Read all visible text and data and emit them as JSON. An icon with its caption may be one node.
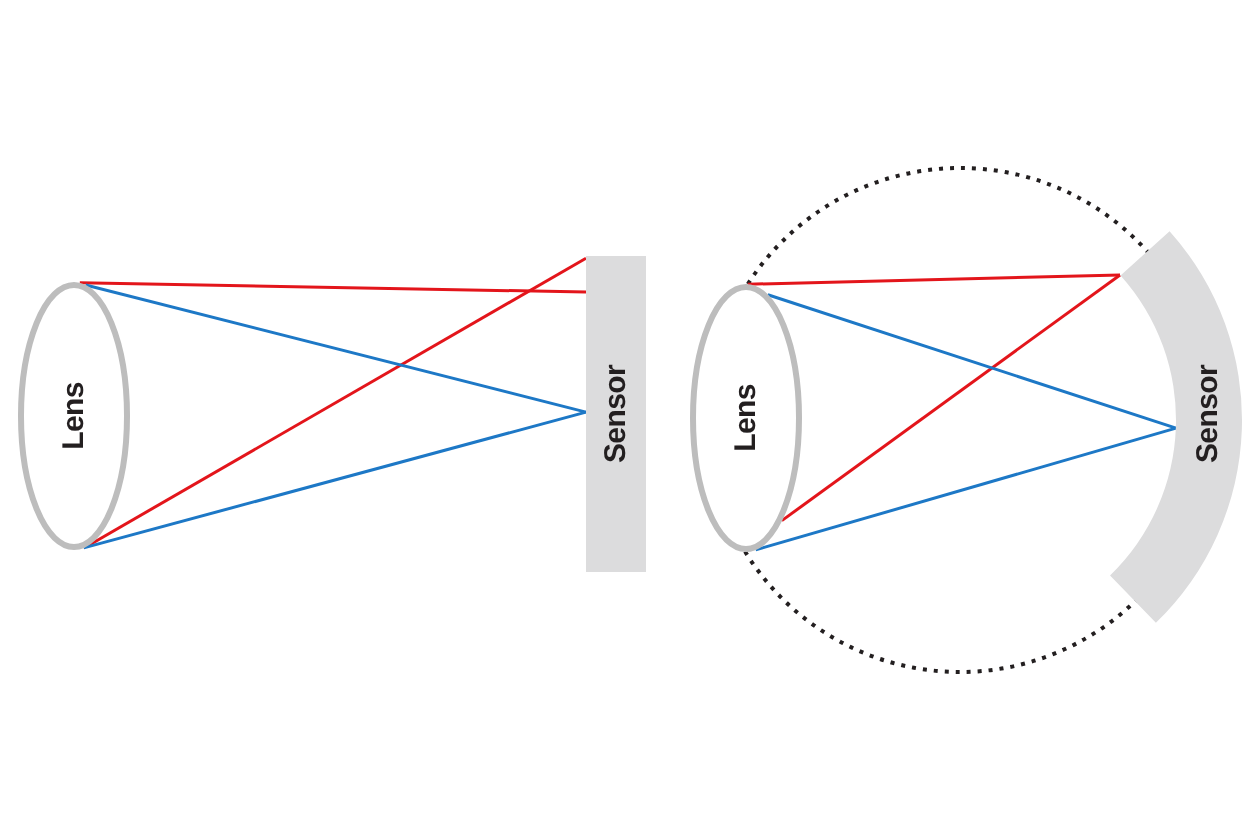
{
  "diagram": {
    "nodes": [
      {
        "text": [
          "Lens"
        ]
      },
      {
        "text": [
          "Sensor"
        ]
      },
      {
        "text": [
          "Lens"
        ]
      },
      {
        "text": [
          "Sensor"
        ]
      }
    ],
    "edges": [
      {
        "from": 0,
        "to": 1,
        "arrow": "none",
        "color": "#e3151b"
      },
      {
        "from": 0,
        "to": 1,
        "arrow": "none",
        "color": "#e3151b"
      },
      {
        "from": 0,
        "to": 1,
        "arrow": "none",
        "color": "#1d78c6"
      },
      {
        "from": 0,
        "to": 1,
        "arrow": "none",
        "color": "#1d78c6"
      },
      {
        "from": 2,
        "to": 3,
        "arrow": "none",
        "color": "#e3151b"
      },
      {
        "from": 2,
        "to": 3,
        "arrow": "none",
        "color": "#e3151b"
      },
      {
        "from": 2,
        "to": 3,
        "arrow": "none",
        "color": "#1d78c6"
      },
      {
        "from": 2,
        "to": 3,
        "arrow": "none",
        "color": "#1d78c6"
      }
    ]
  }
}
